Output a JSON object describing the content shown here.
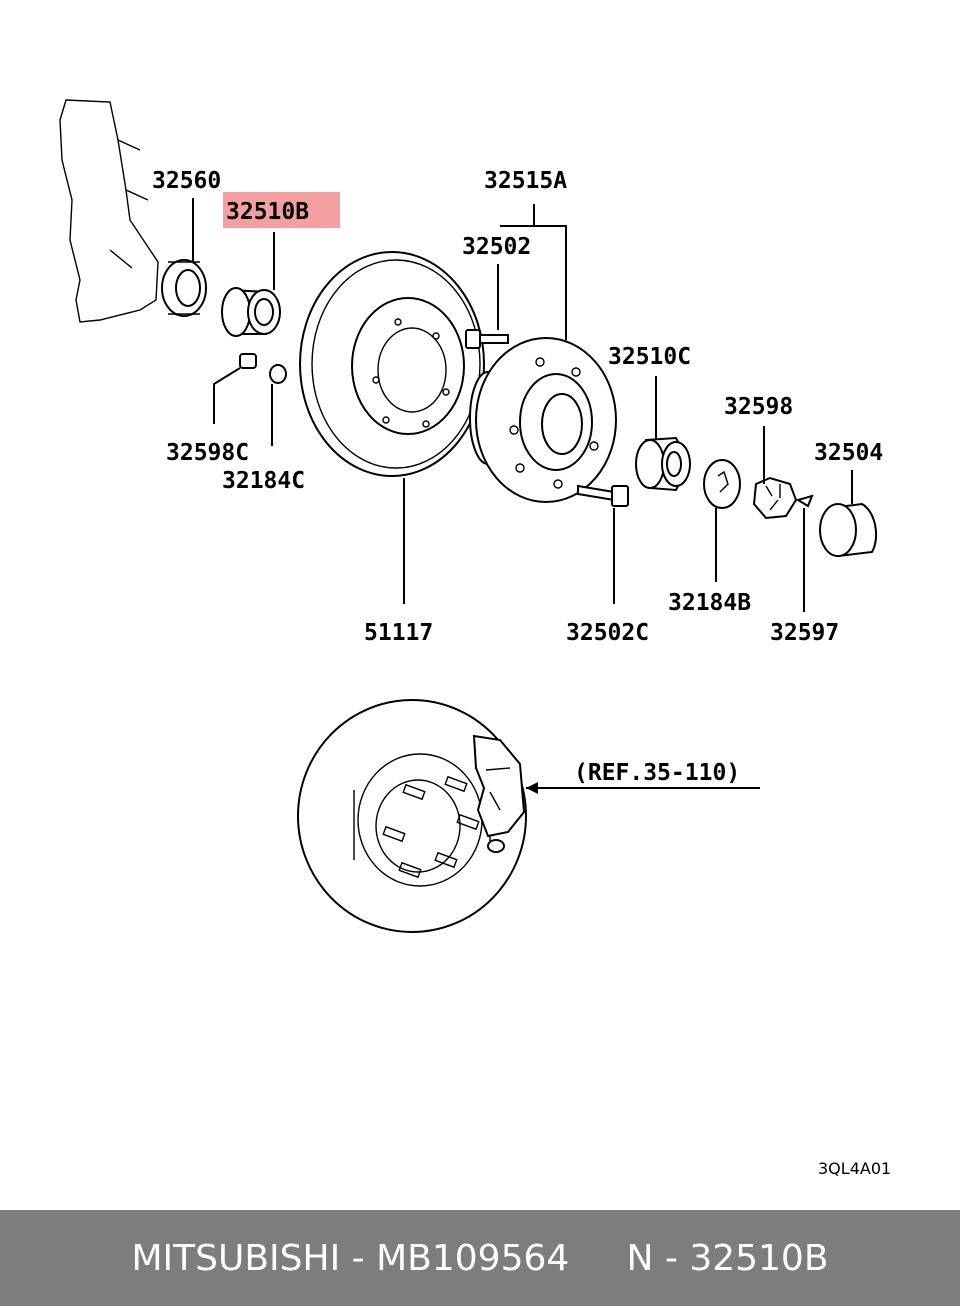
{
  "labels": {
    "p32560": "32560",
    "p32510B": "32510B",
    "p32515A": "32515A",
    "p32502": "32502",
    "p32510C": "32510C",
    "p32598": "32598",
    "p32504": "32504",
    "p32598C": "32598C",
    "p32184C": "32184C",
    "p51117": "51117",
    "p32502C": "32502C",
    "p32184B": "32184B",
    "p32597": "32597",
    "ref": "(REF.35-110)"
  },
  "diagram_code": "3QL4A01",
  "footer": {
    "brand": "MITSUBISHI",
    "separator": " - ",
    "part_number": "MB109564",
    "gap": "     ",
    "ref_prefix": "N - ",
    "ref_code": "32510B"
  },
  "highlight_color": "#f4a0a0"
}
